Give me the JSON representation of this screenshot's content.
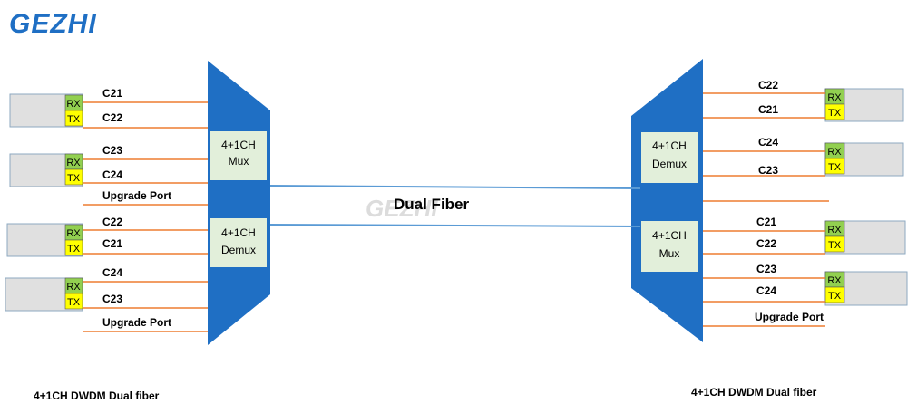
{
  "logo": {
    "text": "GEZHI"
  },
  "watermark": {
    "text": "GEZHI"
  },
  "fiber_label": "Dual Fiber",
  "left": {
    "footer": "4+1CH DWDM Dual fiber",
    "mux": {
      "line1": "4+1CH",
      "line2": "Mux"
    },
    "demux": {
      "line1": "4+1CH",
      "line2": "Demux"
    },
    "modules": [
      {
        "rx": "RX",
        "tx": "TX",
        "rx_label": "C21",
        "tx_label": "C22"
      },
      {
        "rx": "RX",
        "tx": "TX",
        "rx_label": "C23",
        "tx_label": "C24"
      },
      {
        "rx": "RX",
        "tx": "TX",
        "rx_label": "C22",
        "tx_label": "C21"
      },
      {
        "rx": "RX",
        "tx": "TX",
        "rx_label": "C24",
        "tx_label": "C23"
      }
    ],
    "upgrade_ports": [
      "Upgrade Port",
      "Upgrade Port"
    ]
  },
  "right": {
    "footer": "4+1CH DWDM Dual fiber",
    "demux": {
      "line1": "4+1CH",
      "line2": "Demux"
    },
    "mux": {
      "line1": "4+1CH",
      "line2": "Mux"
    },
    "modules": [
      {
        "rx": "RX",
        "tx": "TX",
        "rx_label": "C22",
        "tx_label": "C21"
      },
      {
        "rx": "RX",
        "tx": "TX",
        "rx_label": "C24",
        "tx_label": "C23"
      },
      {
        "rx": "RX",
        "tx": "TX",
        "rx_label": "C21",
        "tx_label": "C22"
      },
      {
        "rx": "RX",
        "tx": "TX",
        "rx_label": "C23",
        "tx_label": "C24"
      }
    ],
    "upgrade_ports": [
      "Upgrade Port"
    ]
  },
  "colors": {
    "device_blue": "#1f6fc4",
    "logo_blue": "#1f6fc4",
    "fiber_blue": "#5b9bd5",
    "port_orange": "#ed7d31",
    "rx_green": "#92d050",
    "tx_yellow": "#ffff00",
    "module_gray": "#e0e0e0",
    "mux_box_fill": "#e2efda"
  }
}
